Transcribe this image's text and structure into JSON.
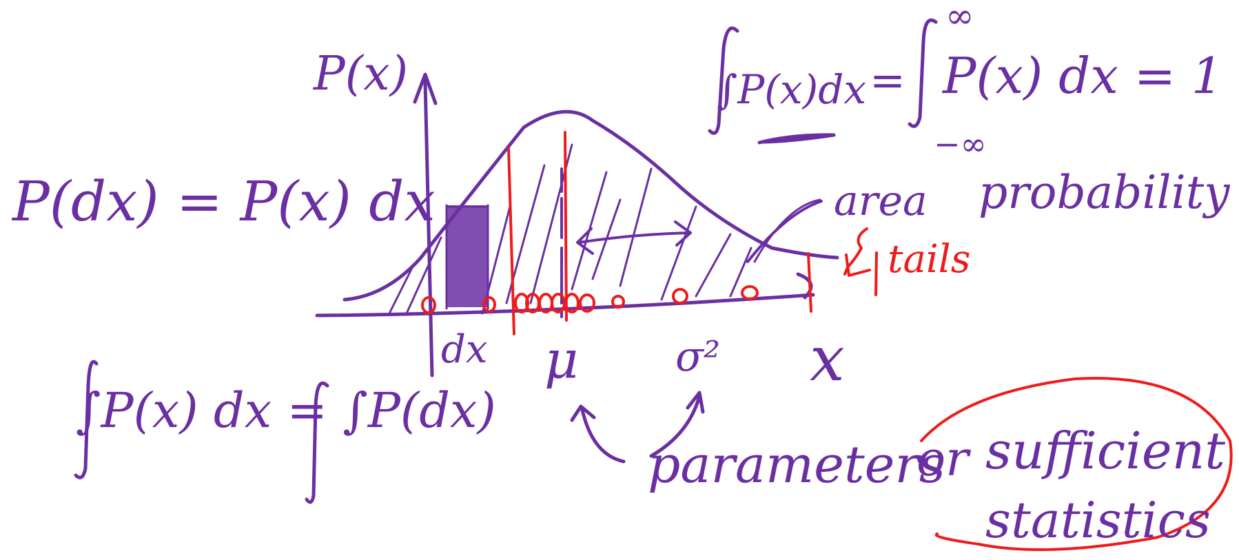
{
  "colors": {
    "ink_purple": "#6a2fa2",
    "ink_red": "#ef1b1b",
    "background": "#ffffff"
  },
  "diagram": {
    "y_axis_label": "P(x)",
    "x_axis_label": "x",
    "dx_label": "dx",
    "mu_label": "μ",
    "sigma_label": "σ²",
    "tails_label": "tails",
    "area_label": "area",
    "probability_label": "probability"
  },
  "equations": {
    "normalization_lhs": "∫P(x)dx",
    "normalization_eq": "=",
    "normalization_rhs": "P(x) dx = 1",
    "upper_limit": "∞",
    "lower_limit": "−∞",
    "pdx_definition": "P(dx) = P(x) dx",
    "integral_equivalence": "∫P(x) dx = ∫P(dx)"
  },
  "notes": {
    "parameters": "parameters",
    "or": "or",
    "sufficient": "sufficient",
    "statistics": "statistics"
  }
}
